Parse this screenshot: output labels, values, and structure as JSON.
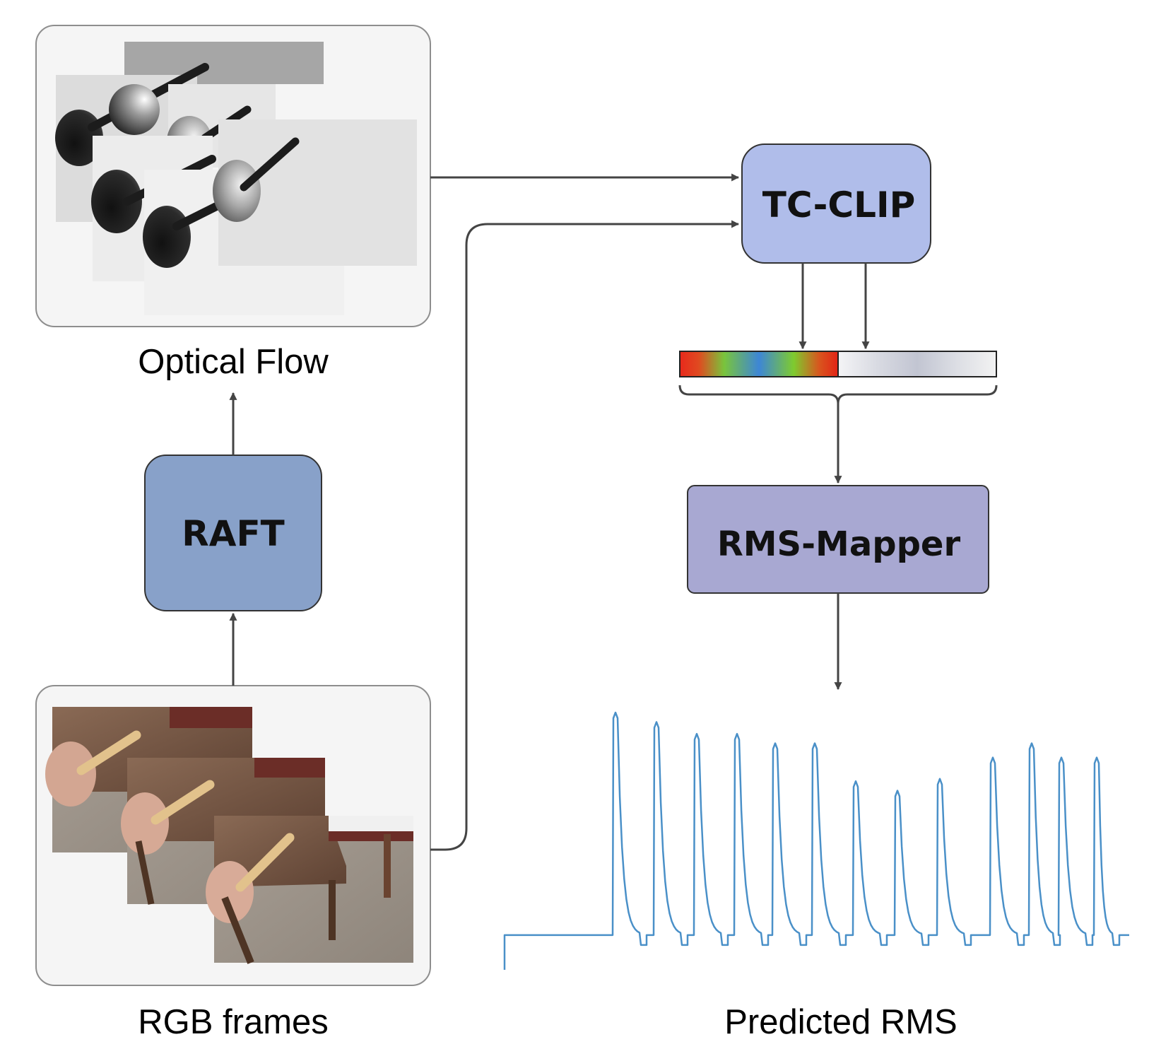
{
  "labels": {
    "optical_flow": "Optical Flow",
    "rgb_frames": "RGB frames",
    "predicted_rms": "Predicted RMS"
  },
  "blocks": {
    "raft": "RAFT",
    "tc_clip": "TC-CLIP",
    "rms_mapper": "RMS-Mapper"
  },
  "colors": {
    "raft_fill": "#88a1c9",
    "tc_clip_fill": "#b0bdea",
    "rms_mapper_fill": "#a8a8d2",
    "panel_fill": "#f5f5f5",
    "arrow": "#444444",
    "rms_line": "#4a90c8"
  },
  "rms_signal": {
    "baseline": 0.06,
    "peaks": [
      1.0,
      0.96,
      0.91,
      0.91,
      0.87,
      0.87,
      0.71,
      0.67,
      0.72,
      0.81,
      0.87,
      0.81,
      0.81
    ]
  }
}
